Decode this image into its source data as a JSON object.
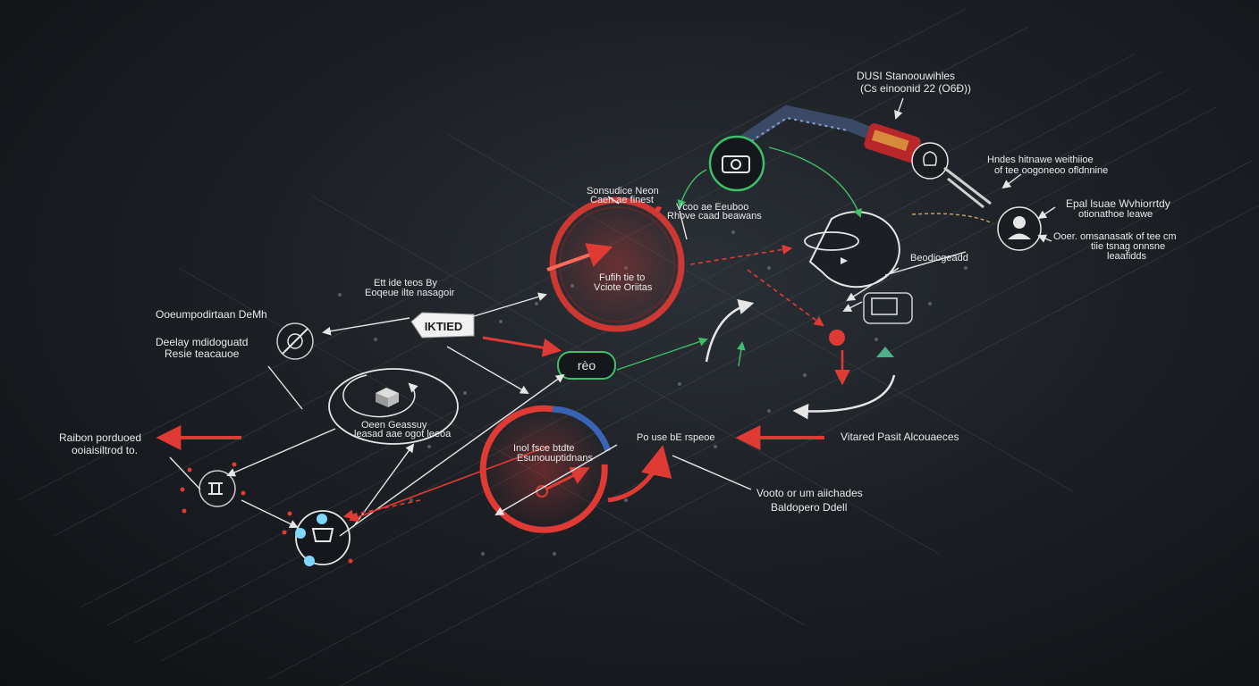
{
  "labels": {
    "top_right_title": "DUSI Stanoouwihles",
    "top_right_sub": "(Cs einoonid 22 (O6Ð))",
    "right_upper_1": "Hndes hitnawe weithiioe",
    "right_upper_2": "of tee oogoneoo ofldnnine",
    "right_mid_1": "Epal lsuae Wvhiorrtdy",
    "right_mid_2": "otionathoe leawe",
    "right_low_1": "Ooer. omsanasatk of tee cm",
    "right_low_2": "tiie tsnag onnsne ",
    "right_low_3": "leaafidds",
    "bridge_label": "Beodiogeadd",
    "vis_label": "Vitared Pasit Alcouaeces",
    "note_1": "Vooto or um aiichades",
    "note_2": "Baldopero Ddell",
    "loop_center": "Inol fsce btdte",
    "loop_center_2": "Esunouuptidnans",
    "mid_label": "Po use bE rspeoe",
    "center_top_1": "Sonsudice Neon",
    "center_top_2": "Caen ae finest",
    "center_top_3": "Vcoo ae Eeuboo",
    "center_top_4": "Rhove caad beawans",
    "upper_ring_1": "Fufih tie to",
    "upper_ring_2": "Vciote Oriitas",
    "tag_caption_1": "Ett ide teos By",
    "tag_caption_2": "Eoqeue ilte nasagoir",
    "left_head": "Ooeumpodirtaan DeMh",
    "left_1": "Deelay mdidoguatd",
    "left_2": "Resie teacauoe",
    "left_3": "Raibon porduoed",
    "left_4": "ooiaisiltrod to.",
    "disc_1": "Oeen Geassuy",
    "disc_2": "leasad aae ogot leeoa",
    "tag_text": "IKTIED",
    "chip_text": "rèo"
  },
  "colors": {
    "red": "#e03a34",
    "green": "#3fbf6a",
    "white": "#e6e6e6",
    "blue": "#3b63b5",
    "cyan": "#7fd7ff"
  },
  "icons": [
    "camera-icon",
    "lightbulb-icon",
    "user-icon",
    "gamepad-icon",
    "monitor-icon",
    "location-pin-icon",
    "settings-off-icon",
    "cube-icon",
    "cart-icon",
    "network-icon",
    "keyboard-icon"
  ]
}
